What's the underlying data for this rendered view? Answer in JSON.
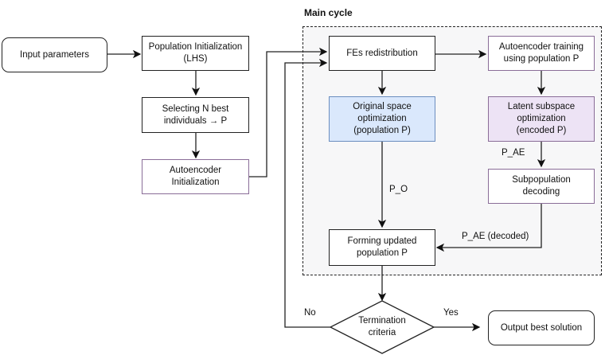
{
  "diagram": {
    "group": {
      "title": "Main cycle"
    },
    "nodes": {
      "input_parameters": "Input parameters",
      "population_init": "Population Initialization\n(LHS)",
      "selecting_best": "Selecting N best\nindividuals → P",
      "autoencoder_init": "Autoencoder\nInitialization",
      "fes_redistribution": "FEs redistribution",
      "autoencoder_training": "Autoencoder training\nusing population P",
      "original_space_opt": "Original space\noptimization\n(population P)",
      "latent_subspace_opt": "Latent subspace\noptimization\n(encoded P)",
      "subpopulation_decoding": "Subpopulation\ndecoding",
      "forming_updated": "Forming updated\npopulation P",
      "termination_criteria": "Termination\ncriteria",
      "output_best": "Output best solution"
    },
    "edge_labels": {
      "p_ae": "P_AE",
      "p_o": "P_O",
      "p_ae_decoded": "P_AE (decoded)",
      "no": "No",
      "yes": "Yes"
    },
    "colors": {
      "original_space_fill": "#dae8fc",
      "latent_fill": "#ede3f5",
      "purple_stroke": "#8a6d98",
      "blue_stroke": "#6c8ebf"
    }
  }
}
